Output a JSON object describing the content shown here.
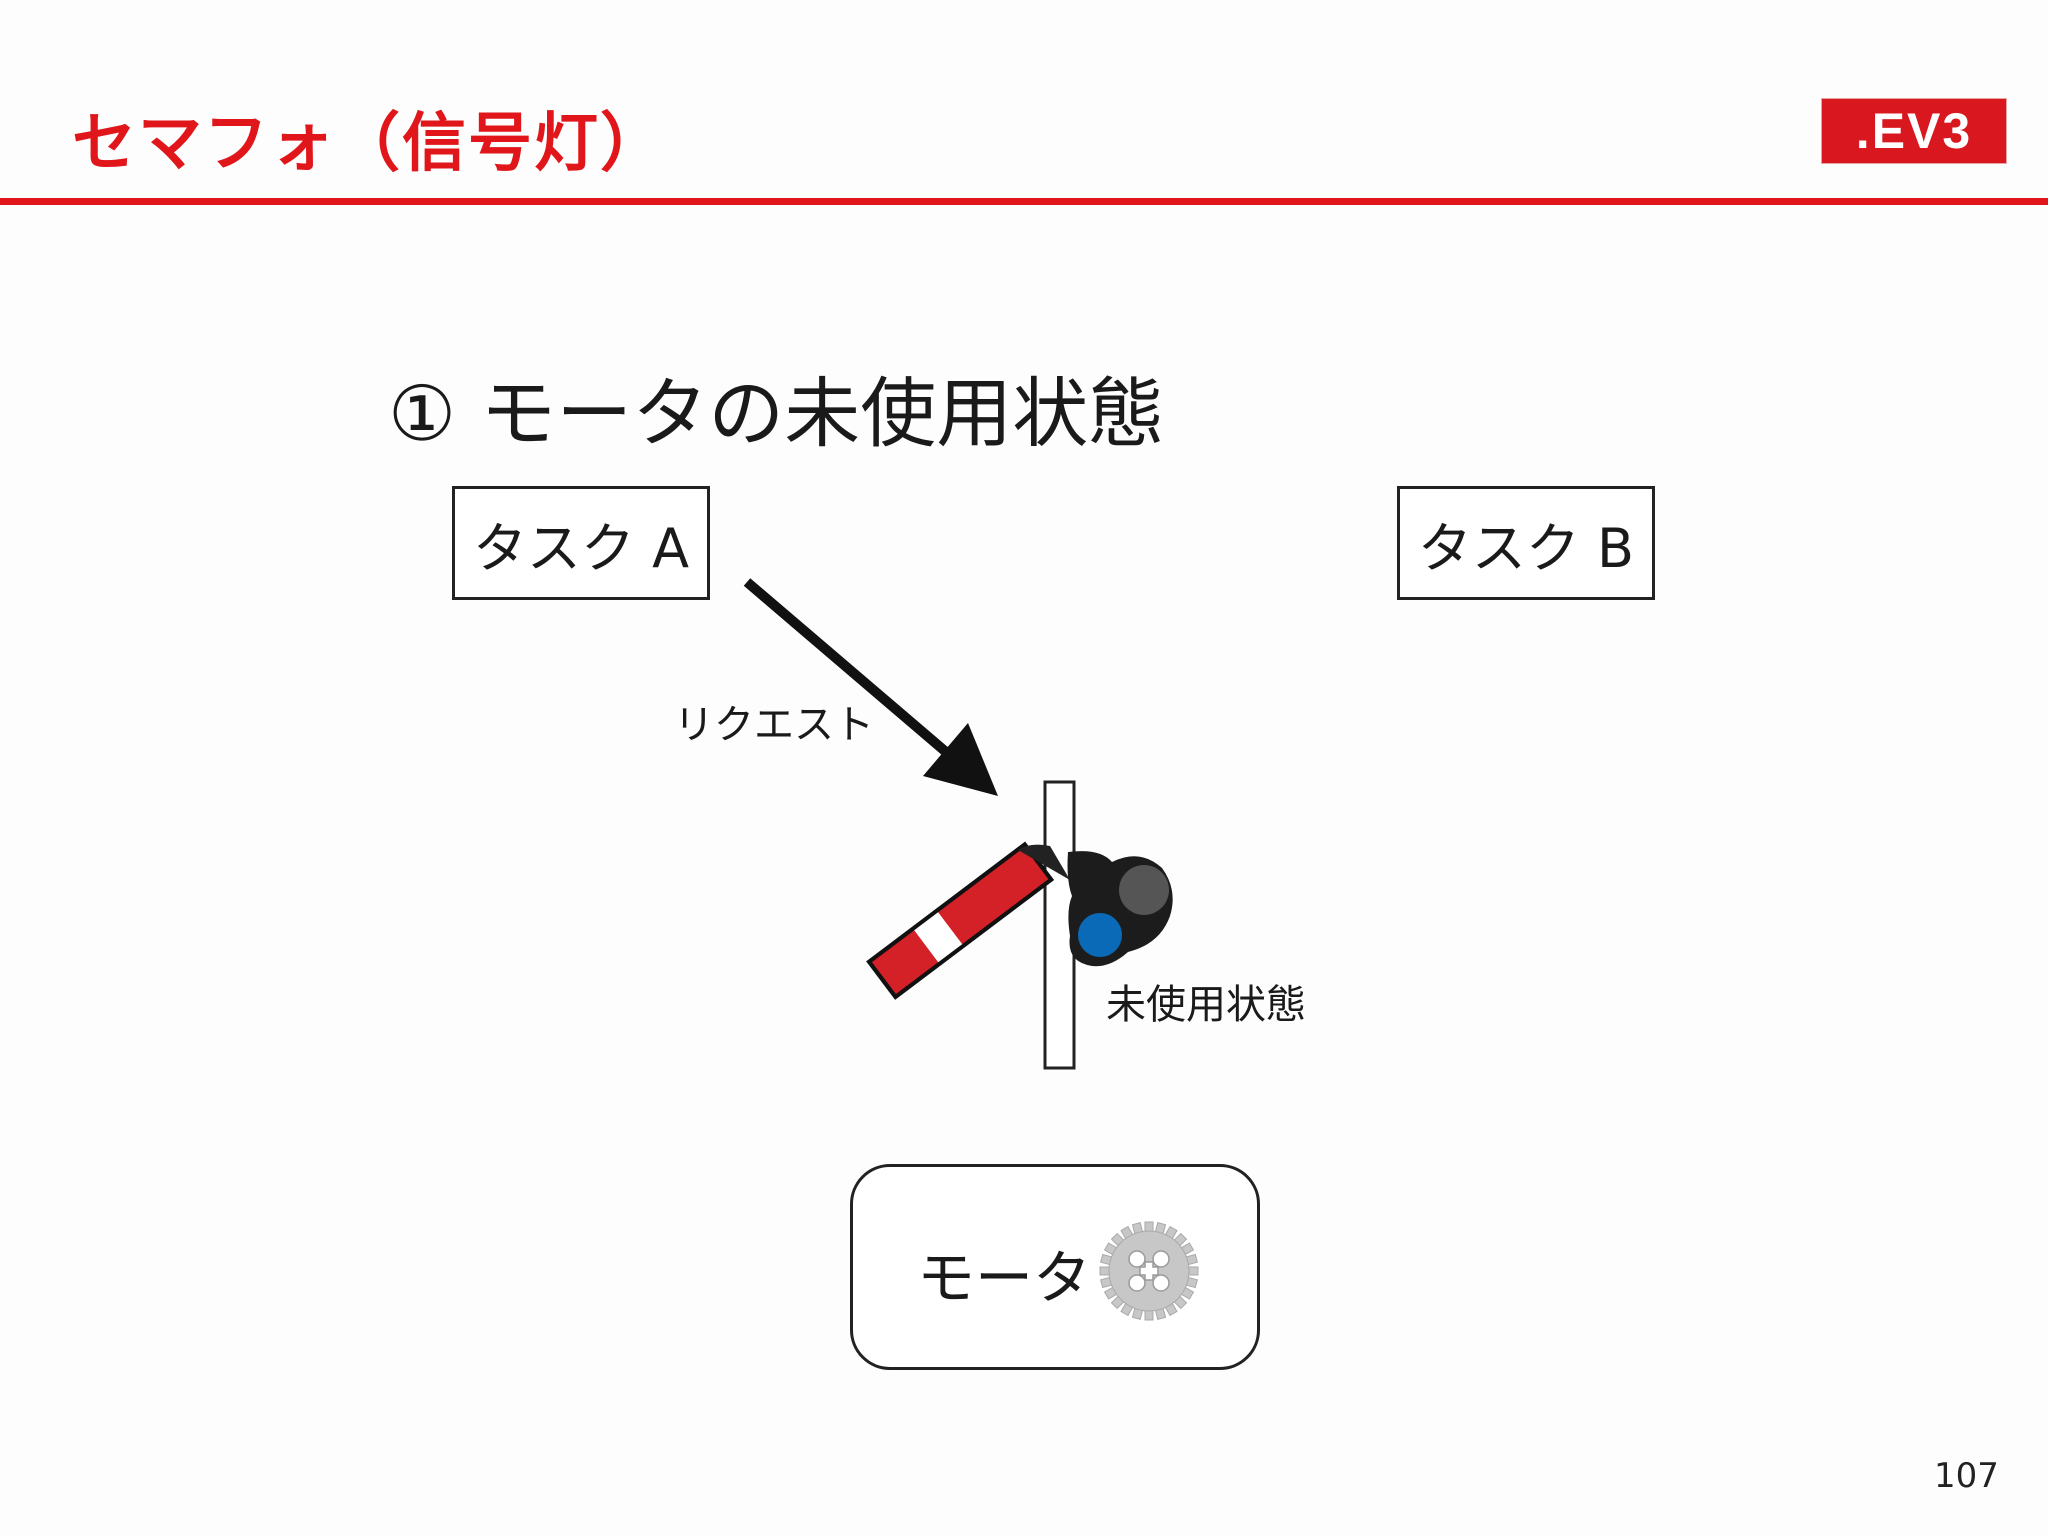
{
  "header": {
    "title": "セマフォ（信号灯）",
    "logo_text": ".EV3",
    "accent_color": "#e0161b"
  },
  "slide": {
    "subtitle": "① モータの未使用状態",
    "task_a": "タスク A",
    "task_b": "タスク B",
    "request_label": "リクエスト",
    "semaphore_status": "未使用状態",
    "motor_label": "モータ",
    "page_number": "107"
  },
  "icons": {
    "semaphore": "railway-semaphore-signal-icon",
    "gear": "gear-icon",
    "arrow": "arrow-icon"
  },
  "colors": {
    "semaphore_arm": "#d42027",
    "signal_light_active": "#0b6ab8",
    "signal_light_off": "#555555"
  }
}
